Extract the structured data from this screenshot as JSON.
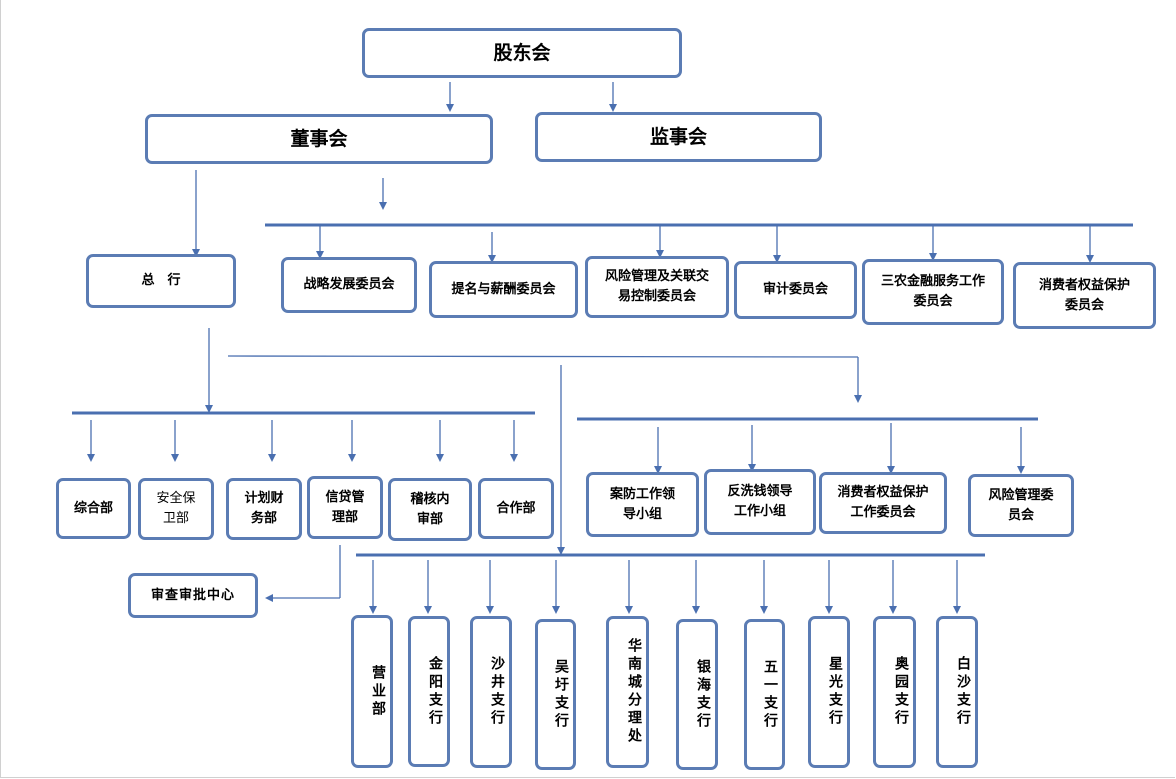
{
  "colors": {
    "box_border": "#5b7cb4",
    "line": "#4a6fb0",
    "text": "#000000"
  },
  "governance": {
    "shareholders": "股东会",
    "board": "董事会",
    "supervisors": "监事会",
    "committees": [
      "战略发展委员会",
      "提名与薪酬委员会",
      "风险管理及关联交易控制委员会",
      "审计委员会",
      "三农金融服务工作委员会",
      "消费者权益保护委员会"
    ]
  },
  "head_office": {
    "label": "总　行",
    "departments": [
      "综合部",
      "安全保卫部",
      "计划财务部",
      "信贷管理部",
      "稽核内审部",
      "合作部"
    ],
    "review_center": "审查审批中心"
  },
  "groups": [
    "案防工作领导小组",
    "反洗钱领导工作小组",
    "消费者权益保护工作委员会",
    "风险管理委员会"
  ],
  "branches": [
    "营业部",
    "金阳支行",
    "沙井支行",
    "吴圩支行",
    "华南城分理处",
    "银海支行",
    "五一支行",
    "星光支行",
    "奥园支行",
    "白沙支行"
  ]
}
